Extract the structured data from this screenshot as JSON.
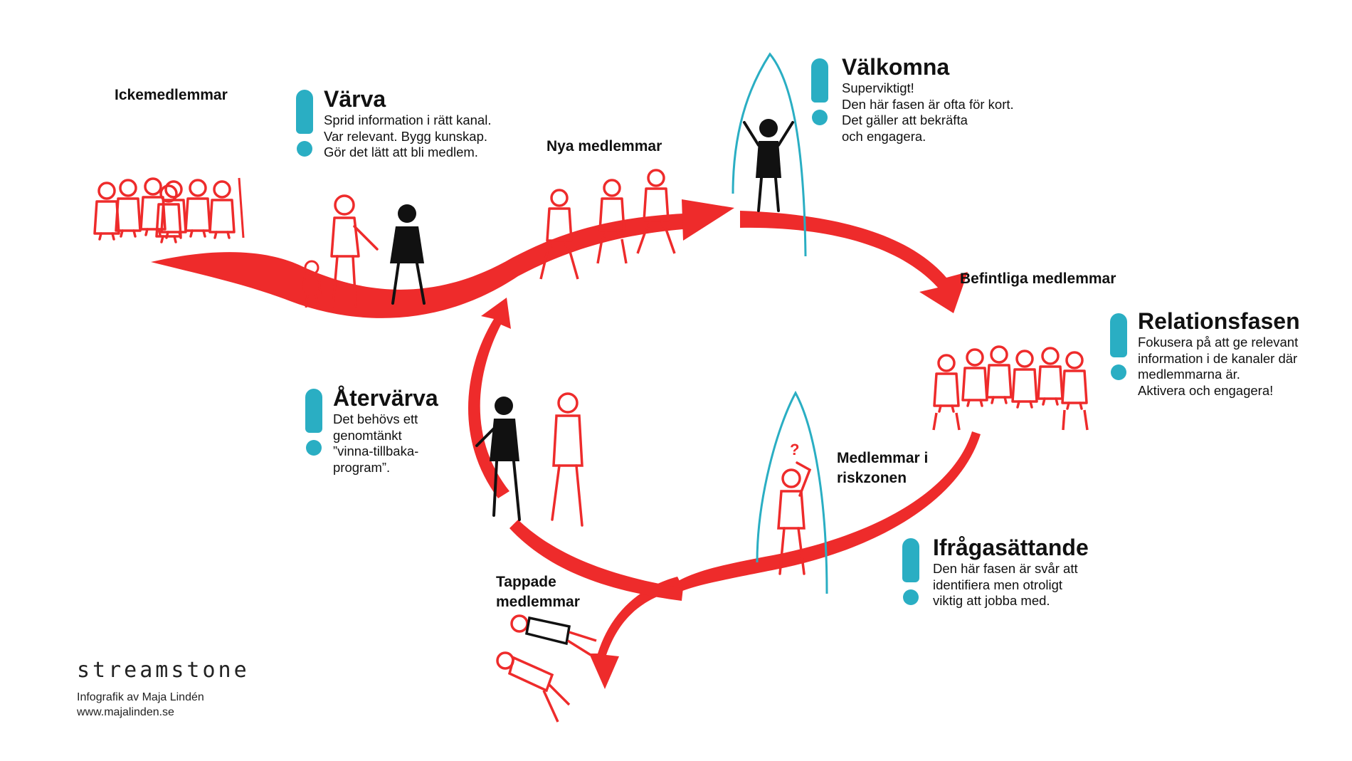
{
  "colors": {
    "flow_red": "#ee2b2b",
    "accent_teal": "#2aaec3",
    "ink": "#111111"
  },
  "labels": {
    "non_members": "Ickemedlemmar",
    "new_members": "Nya medlemmar",
    "existing_members": "Befintliga medlemmar",
    "at_risk_line1": "Medlemmar i",
    "at_risk_line2": "riskzonen",
    "lost_line1": "Tappade",
    "lost_line2": "medlemmar"
  },
  "phases": {
    "recruit": {
      "title": "Värva",
      "lines": [
        "Sprid information i rätt kanal.",
        "Var relevant. Bygg kunskap.",
        "Gör det lätt att bli medlem."
      ]
    },
    "welcome": {
      "title": "Välkomna",
      "lines": [
        "Superviktigt!",
        "Den här fasen är ofta för kort.",
        "Det gäller att bekräfta",
        "och engagera."
      ]
    },
    "relation": {
      "title": "Relationsfasen",
      "lines": [
        "Fokusera på att ge relevant",
        "information i de kanaler där",
        "medlemmarna är.",
        "Aktivera och engagera!"
      ]
    },
    "question": {
      "title": "Ifrågasättande",
      "lines": [
        "Den här fasen är svår att",
        "identifiera men otroligt",
        "viktig att jobba med."
      ]
    },
    "winback": {
      "title": "Återvärva",
      "lines": [
        "Det behövs ett",
        "genomtänkt",
        "”vinna-tillbaka-",
        "program”."
      ]
    }
  },
  "question_mark": "?",
  "brand": {
    "logo": "streamstone",
    "credit_line1": "Infografik av Maja Lindén",
    "credit_line2": "www.majalinden.se"
  }
}
